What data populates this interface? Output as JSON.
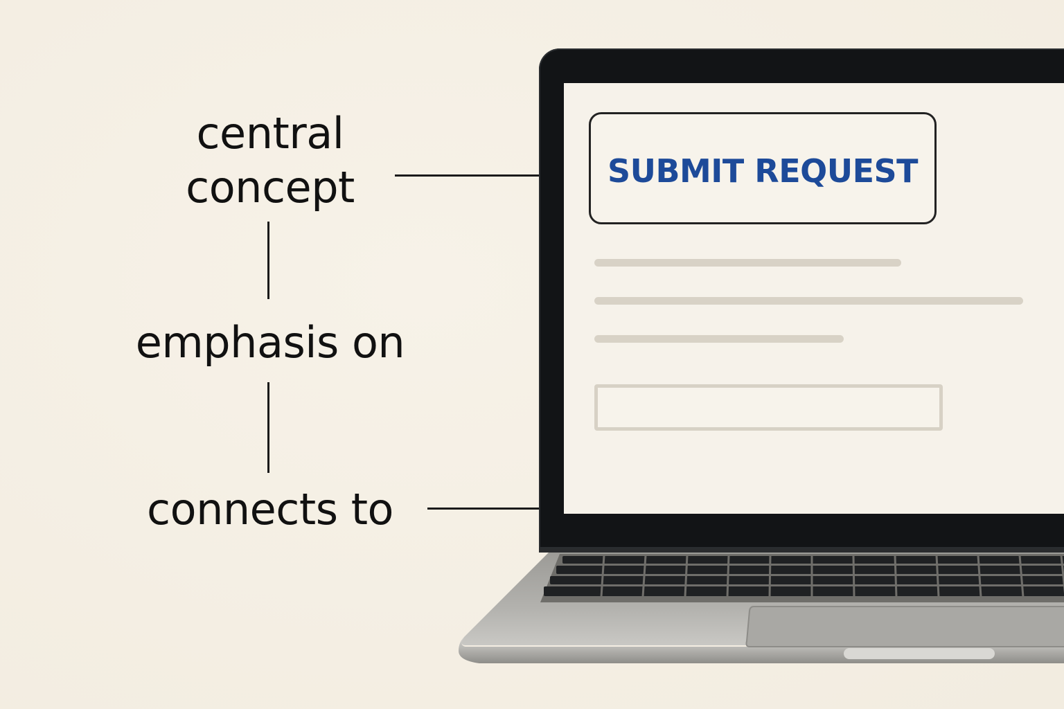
{
  "labels": {
    "central_concept_line1": "central",
    "central_concept_line2": "concept",
    "emphasis_on": "emphasis on",
    "connects_to": "connects to"
  },
  "screen": {
    "button_label": "SUBMIT REQUEST"
  },
  "colors": {
    "background": "#f4efe4",
    "button_text": "#1d4a99",
    "lines": "#1a1a1a",
    "bezel": "#121416",
    "placeholder": "#d8d2c6"
  }
}
